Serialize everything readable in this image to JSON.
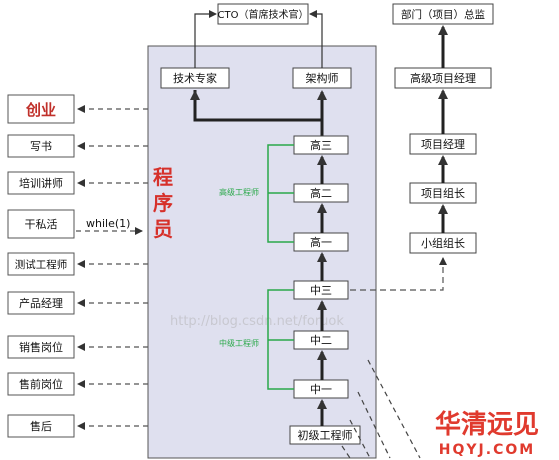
{
  "center_label": "程序员",
  "top": {
    "cto": "CTO（首席技术官）",
    "tech_expert": "技术专家",
    "architect": "架构师"
  },
  "ladder": {
    "senior3": "高三",
    "senior2": "高二",
    "senior1": "高一",
    "mid3": "中三",
    "mid2": "中二",
    "mid1": "中一",
    "junior": "初级工程师",
    "senior_group": "高级工程师",
    "mid_group": "中级工程师"
  },
  "left": {
    "startup": "创业",
    "write_book": "写书",
    "trainer": "培训讲师",
    "side_job": "干私活",
    "while_label": "while(1)",
    "test_engineer": "测试工程师",
    "product_manager": "产品经理",
    "sales": "销售岗位",
    "presales": "售前岗位",
    "aftersales": "售后"
  },
  "right": {
    "dept_director": "部门（项目）总监",
    "senior_pm": "高级项目经理",
    "pm": "项目经理",
    "team_leader": "项目组长",
    "group_leader": "小组组长"
  },
  "watermark": "http://blog.csdn.net/foruok",
  "logo": {
    "cn": "华清远见",
    "en": "HQYJ.COM"
  },
  "colors": {
    "panel": "#dfe0ef",
    "group_green": "#2aa84a",
    "startup_red": "#c0302a",
    "center_red": "#d6302a",
    "logo_red": "#e03a2e"
  }
}
